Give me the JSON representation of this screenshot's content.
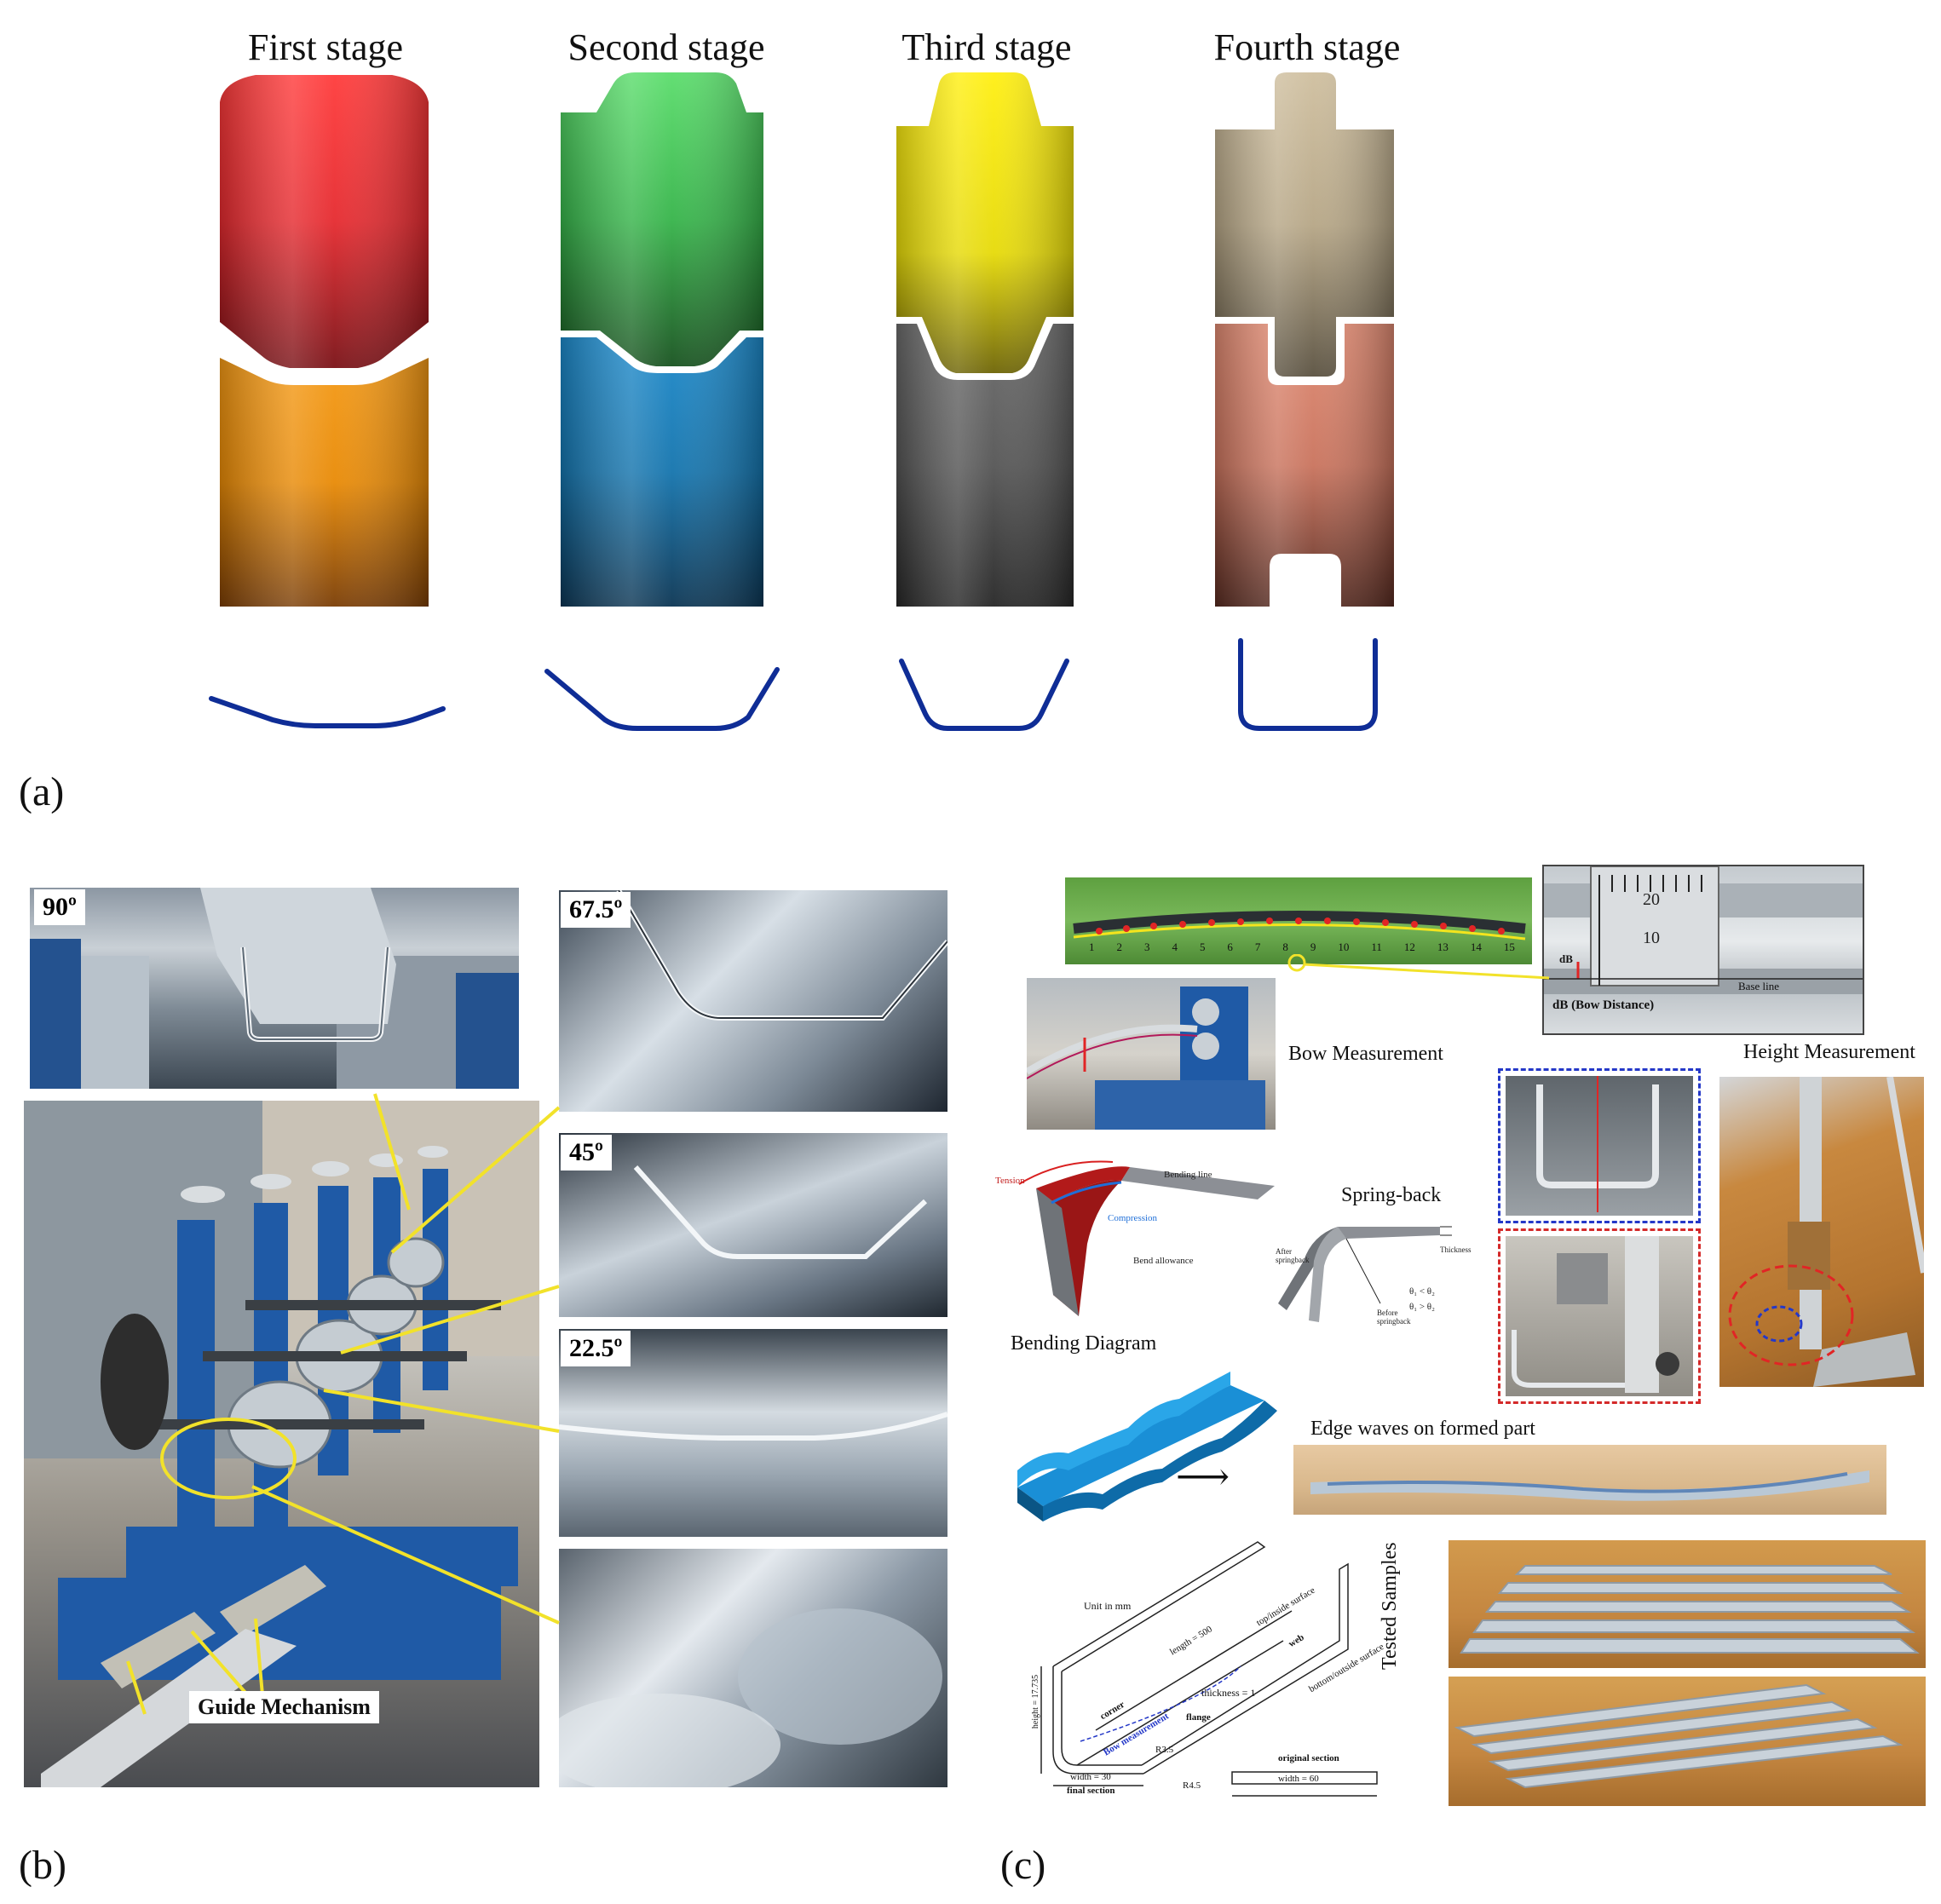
{
  "panel_a": {
    "label": "(a)",
    "stages": [
      {
        "title": "First stage",
        "top_color": "#d62329",
        "bottom_color": "#ef8a0a"
      },
      {
        "title": "Second stage",
        "top_color": "#3cbb4f",
        "bottom_color": "#1878b4"
      },
      {
        "title": "Third stage",
        "top_color": "#e9df0a",
        "bottom_color": "#5a5a5a"
      },
      {
        "title": "Fourth stage",
        "top_color": "#bfae8e",
        "bottom_color": "#d17d66"
      }
    ],
    "profile_color": "#0f2d96"
  },
  "panel_b": {
    "label": "(b)",
    "angle_labels": [
      "90º",
      "67.5º",
      "45º",
      "22.5º"
    ],
    "guide_label": "Guide Mechanism",
    "arrow_color": "#f2e22a"
  },
  "panel_c": {
    "label": "(c)",
    "bow_numbers": [
      "1",
      "2",
      "3",
      "4",
      "5",
      "6",
      "7",
      "8",
      "9",
      "10",
      "11",
      "12",
      "13",
      "14",
      "15"
    ],
    "ruler_numbers": [
      "20",
      "10"
    ],
    "ruler_db": "dB",
    "ruler_baseline": "Base line",
    "ruler_caption": "dB (Bow Distance)",
    "bow_measurement": "Bow Measurement",
    "height_measurement": "Height Measurement",
    "bending_diagram": "Bending Diagram",
    "tension": "Tension",
    "compression": "Compression",
    "bending_line": "Bending line",
    "bend_allowance": "Bend allowance",
    "spring_back": "Spring-back",
    "after_springback": "After springback",
    "before_springback": "Before springback",
    "thickness": "Thickness",
    "theta_rel_1": "θ₁ < θ₂",
    "theta_rel_2": "θ₁ > θ₂",
    "edge_waves": "Edge waves on formed part",
    "arrow_symbol": "⟶",
    "drawing": {
      "unit": "Unit in mm",
      "length": "length = 500",
      "top_surface": "top/inside surface",
      "web": "web",
      "bottom_surface": "bottom/outside surface",
      "corner": "corner",
      "height": "height = 17.735",
      "bow_measurement": "Bow measurement",
      "flange": "flange",
      "thickness": "thickness = 1",
      "r35": "R3.5",
      "r45": "R4.5",
      "width30": "width = 30",
      "final_section": "final section",
      "original_section": "original section",
      "width60": "width = 60"
    },
    "tested_samples": "Tested Samples"
  }
}
